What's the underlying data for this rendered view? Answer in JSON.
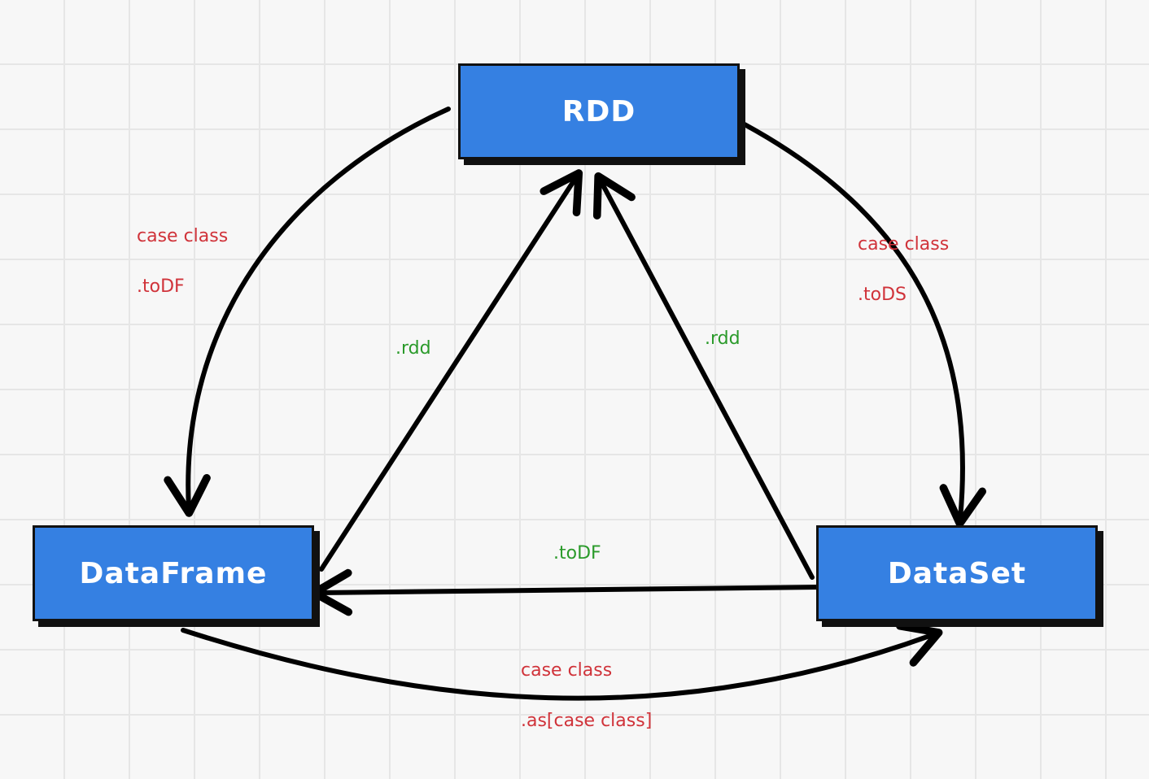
{
  "nodes": {
    "rdd": "RDD",
    "dataframe": "DataFrame",
    "dataset": "DataSet"
  },
  "edges": {
    "rdd_to_dataframe": {
      "line1": "case class",
      "line2": ".toDF"
    },
    "rdd_to_dataset": {
      "line1": "case class",
      "line2": ".toDS"
    },
    "dataframe_to_rdd": {
      "label": ".rdd"
    },
    "dataset_to_rdd": {
      "label": ".rdd"
    },
    "dataset_to_dataframe": {
      "label": ".toDF"
    },
    "dataframe_to_dataset": {
      "line1": "case class",
      "line2": ".as[case class]"
    }
  },
  "colors": {
    "node_fill": "#3580e2",
    "node_text": "#ffffff",
    "arrow": "#000000",
    "label_red": "#d0333a",
    "label_green": "#2a9a2a",
    "grid": "#e6e6e6",
    "background": "#f7f7f7"
  }
}
